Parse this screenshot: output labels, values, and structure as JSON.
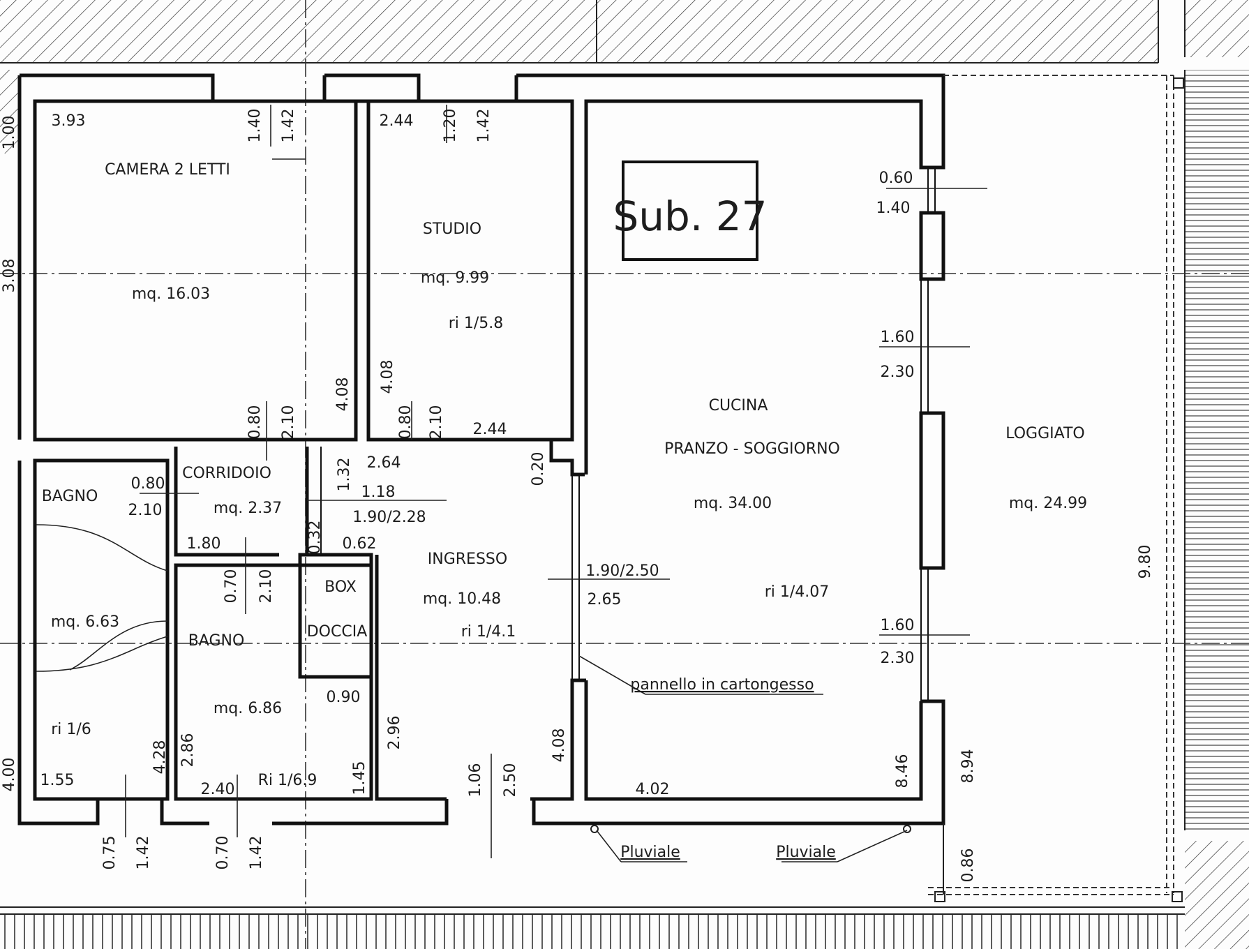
{
  "unit_label": "Sub. 27",
  "rooms": {
    "camera": {
      "name": "CAMERA 2 LETTI",
      "area": "mq. 16.03"
    },
    "studio": {
      "name": "STUDIO",
      "area": "mq. 9.99",
      "ratio": "ri 1/5.8"
    },
    "cucina": {
      "name": "CUCINA",
      "name2": "PRANZO - SOGGIORNO",
      "area": "mq. 34.00",
      "ratio": "ri 1/4.07"
    },
    "loggiato": {
      "name": "LOGGIATO",
      "area": "mq. 24.99"
    },
    "bagno_left": {
      "name": "BAGNO",
      "area": "mq. 6.63",
      "ratio": "ri 1/6"
    },
    "corridoio": {
      "name": "CORRIDOIO",
      "area": "mq. 2.37"
    },
    "bagno_mid": {
      "name": "BAGNO",
      "area": "mq. 6.86",
      "ratio": "Ri 1/6.9"
    },
    "box_doccia": {
      "name": "BOX",
      "name2": "DOCCIA"
    },
    "ingresso": {
      "name": "INGRESSO",
      "area": "mq. 10.48",
      "ratio": "ri 1/4.1"
    }
  },
  "annotations": {
    "pannello": "pannello in cartongesso",
    "pluviale_1": "Pluviale",
    "pluviale_2": "Pluviale"
  },
  "dims": {
    "d_393": "3.93",
    "d_100": "1.00",
    "d_308": "3.08",
    "d_400": "4.00",
    "d_140_a": "1.40",
    "d_142_a": "1.42",
    "d_408_a": "4.08",
    "d_080_a": "0.80",
    "d_210_a": "2.10",
    "d_244_a": "2.44",
    "d_120": "1.20",
    "d_142_b": "1.42",
    "d_408_b": "4.08",
    "d_080_b": "0.80",
    "d_210_b": "2.10",
    "d_244_b": "2.44",
    "d_060": "0.60",
    "d_140_b": "1.40",
    "d_160_a": "1.60",
    "d_230_a": "2.30",
    "d_160_b": "1.60",
    "d_230_b": "2.30",
    "d_264": "2.64",
    "d_132": "1.32",
    "d_118": "1.18",
    "d_190_228": "1.90/2.28",
    "d_020": "0.20",
    "d_190_250": "1.90/2.50",
    "d_265": "2.65",
    "d_080_c": "0.80",
    "d_210_c": "2.10",
    "d_180": "1.80",
    "d_032": "0.32",
    "d_062": "0.62",
    "d_070": "0.70",
    "d_210_d": "2.10",
    "d_090": "0.90",
    "d_155": "1.55",
    "d_428": "4.28",
    "d_286": "2.86",
    "d_240": "2.40",
    "d_145": "1.45",
    "d_296": "2.96",
    "d_106": "1.06",
    "d_250": "2.50",
    "d_408_c": "4.08",
    "d_402": "4.02",
    "d_846": "8.46",
    "d_894": "8.94",
    "d_980": "9.80",
    "d_086": "0.86",
    "d_075": "0.75",
    "d_142_c": "1.42",
    "d_070_b": "0.70",
    "d_142_d": "1.42"
  }
}
